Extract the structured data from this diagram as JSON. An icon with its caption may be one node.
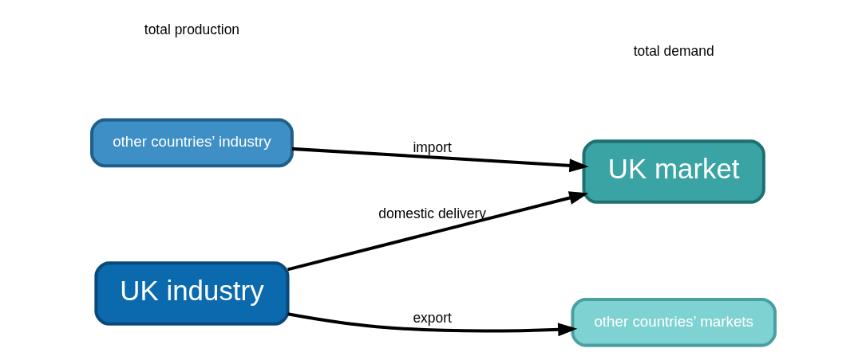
{
  "diagram": {
    "nodes": [
      {
        "text": [
          "other countries’ industry"
        ]
      },
      {
        "text": [
          "UK industry"
        ]
      },
      {
        "text": [
          "UK market"
        ]
      },
      {
        "text": [
          "other countries’ markets"
        ]
      }
    ],
    "edges": [
      {
        "from": 0,
        "to": 2,
        "arrow": "to",
        "label": "import"
      },
      {
        "from": 1,
        "to": 2,
        "arrow": "to",
        "label": "domestic delivery"
      },
      {
        "from": 1,
        "to": 3,
        "arrow": "to",
        "label": "export"
      }
    ],
    "labels": [
      "total production",
      "total demand"
    ]
  }
}
